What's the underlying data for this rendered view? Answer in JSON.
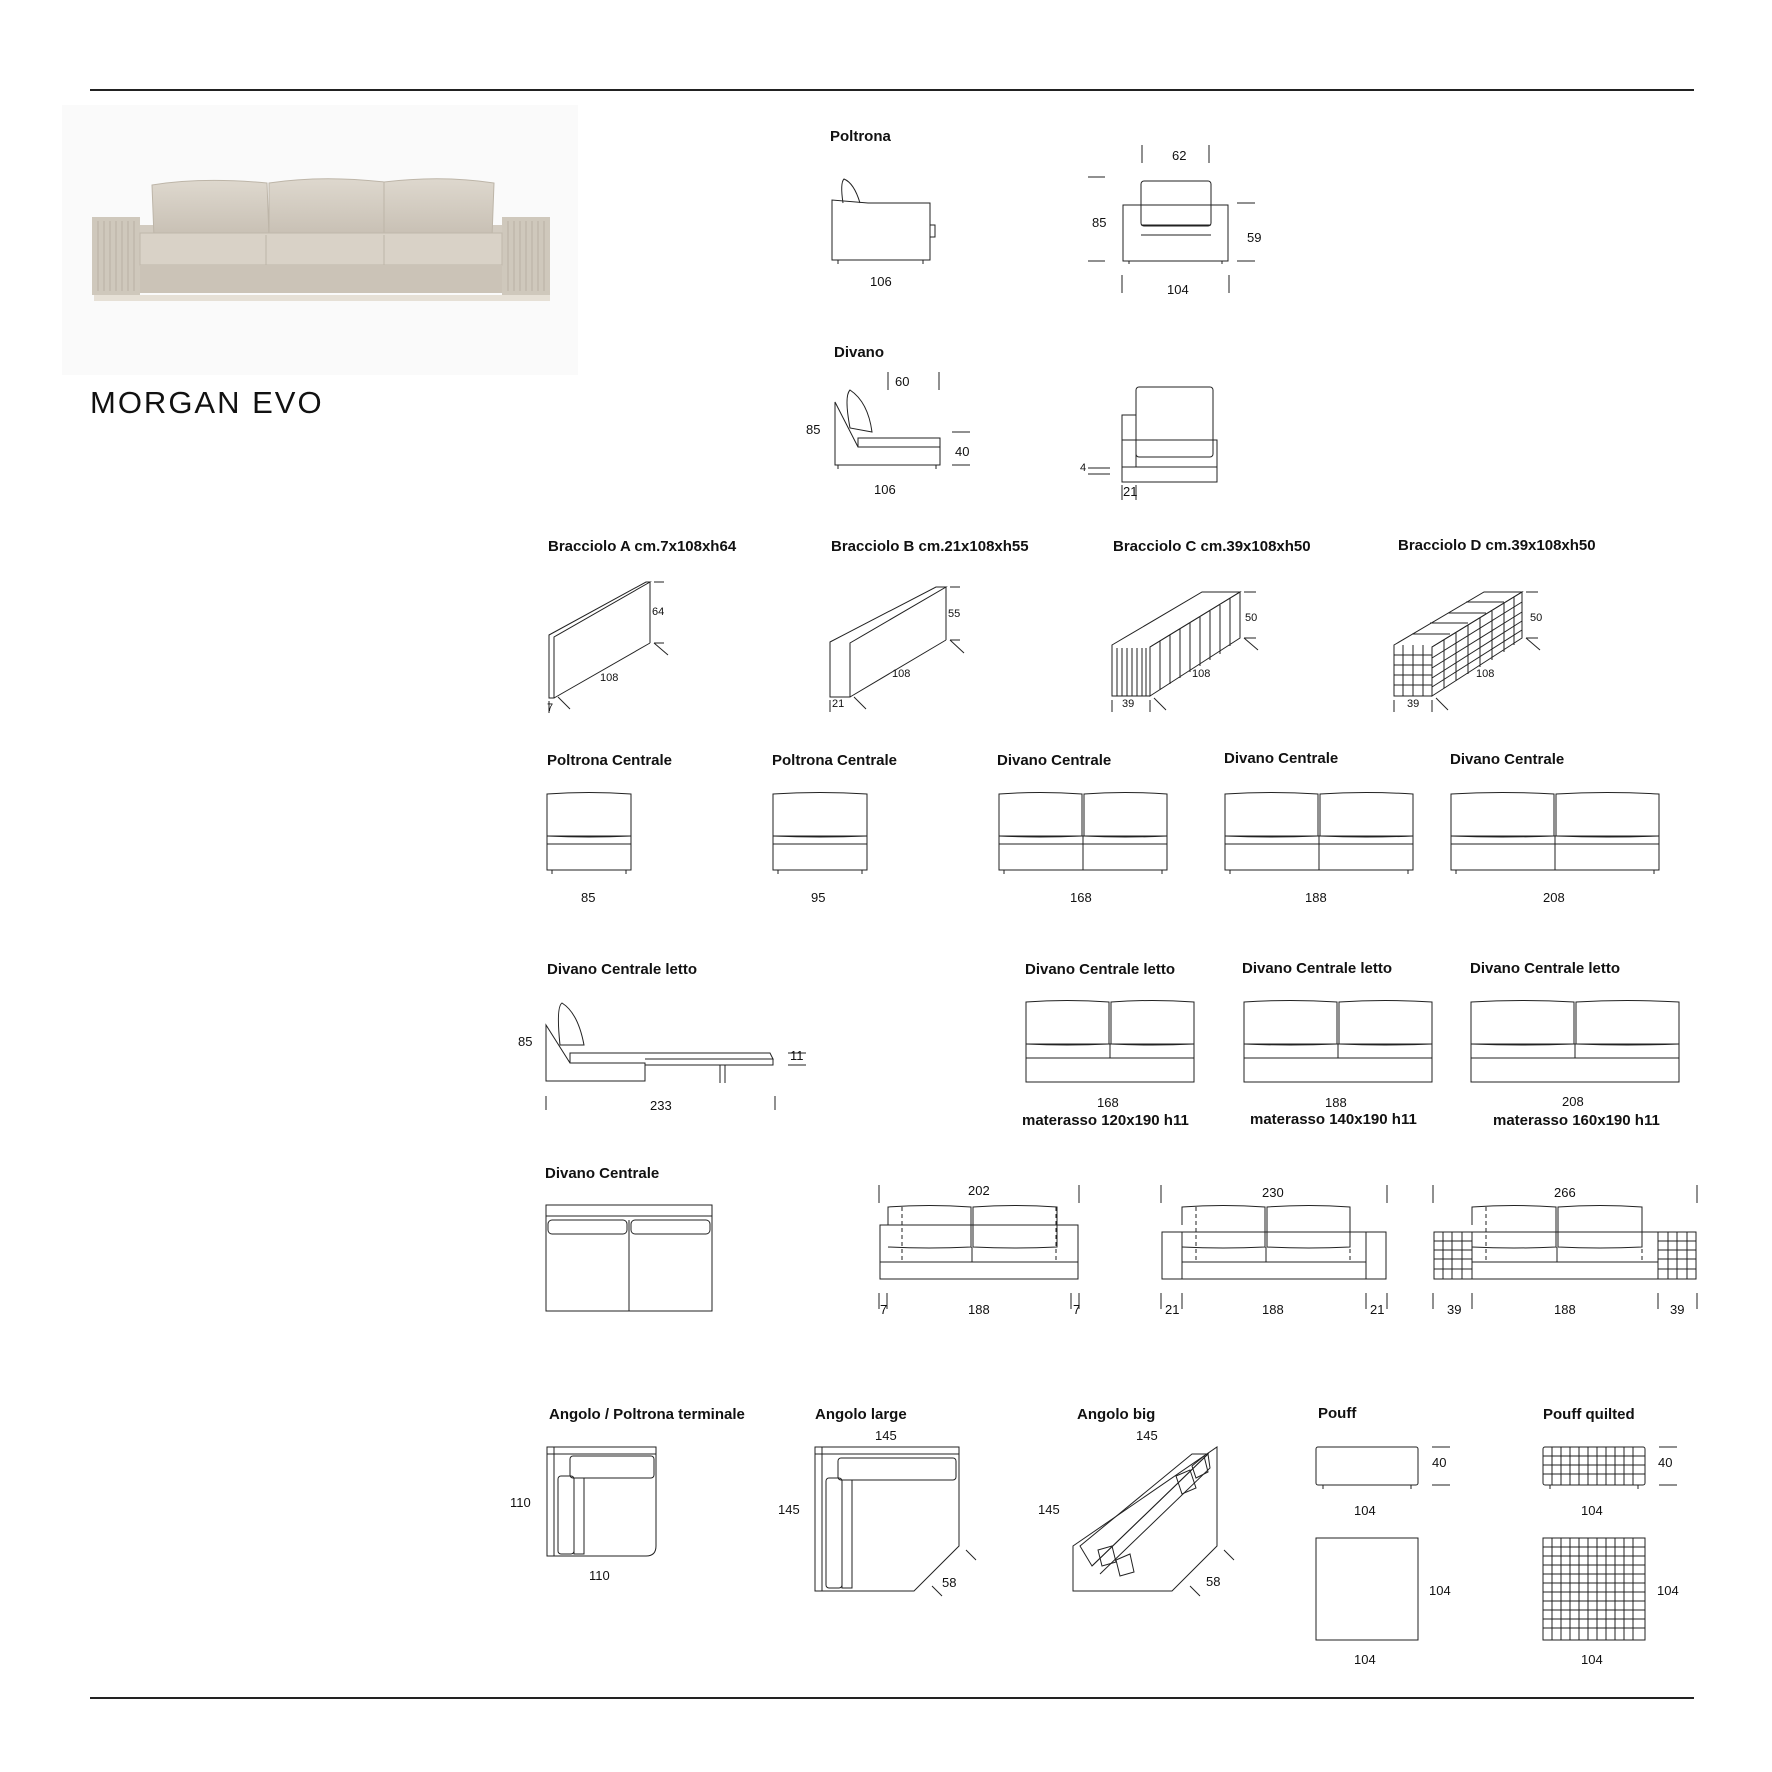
{
  "product": {
    "name": "MORGAN EVO"
  },
  "colors": {
    "line": "#222222",
    "sofa_fabric": "#d6cfc4",
    "sofa_shadow": "#bfb7aa"
  },
  "poltrona": {
    "label": "Poltrona",
    "side_depth": "106",
    "front_width": "104",
    "front_height": "85",
    "seat_height": "59",
    "seat_width": "62"
  },
  "divano": {
    "label": "Divano",
    "height": "85",
    "back_depth": "60",
    "seat_height": "40",
    "depth": "106",
    "leg": "4",
    "arm": "21"
  },
  "arms": [
    {
      "label": "Bracciolo A cm.7x108xh64",
      "h": "64",
      "l": "108",
      "w": "7"
    },
    {
      "label": "Bracciolo B cm.21x108xh55",
      "h": "55",
      "l": "108",
      "w": "21"
    },
    {
      "label": "Bracciolo C cm.39x108xh50",
      "h": "50",
      "l": "108",
      "w": "39"
    },
    {
      "label": "Bracciolo D cm.39x108xh50",
      "h": "50",
      "l": "108",
      "w": "39"
    }
  ],
  "central": [
    {
      "label": "Poltrona Centrale",
      "w": "85"
    },
    {
      "label": "Poltrona Centrale",
      "w": "95"
    },
    {
      "label": "Divano Centrale",
      "w": "168"
    },
    {
      "label": "Divano Centrale",
      "w": "188"
    },
    {
      "label": "Divano Centrale",
      "w": "208"
    }
  ],
  "letto": {
    "label": "Divano Centrale letto",
    "h": "85",
    "l": "233",
    "mat_h": "11",
    "items": [
      {
        "label": "Divano Centrale letto",
        "w": "168",
        "mat": "materasso 120x190 h11"
      },
      {
        "label": "Divano Centrale letto",
        "w": "188",
        "mat": "materasso 140x190 h11"
      },
      {
        "label": "Divano Centrale letto",
        "w": "208",
        "mat": "materasso 160x190 h11"
      }
    ]
  },
  "combos": {
    "label": "Divano Centrale",
    "items": [
      {
        "total": "202",
        "arm": "7",
        "center": "188"
      },
      {
        "total": "230",
        "arm": "21",
        "center": "188"
      },
      {
        "total": "266",
        "arm": "39",
        "center": "188"
      }
    ]
  },
  "corners": [
    {
      "label": "Angolo / Poltrona terminale",
      "a": "110",
      "b": "110"
    },
    {
      "label": "Angolo large",
      "a": "145",
      "b": "145",
      "c": "58"
    },
    {
      "label": "Angolo big",
      "a": "145",
      "b": "145",
      "c": "58"
    }
  ],
  "pouff": {
    "label": "Pouff",
    "h": "40",
    "w": "104",
    "top_w": "104",
    "top_d": "104"
  },
  "pouff_quilted": {
    "label": "Pouff quilted",
    "h": "40",
    "w": "104",
    "top_w": "104",
    "top_d": "104"
  }
}
